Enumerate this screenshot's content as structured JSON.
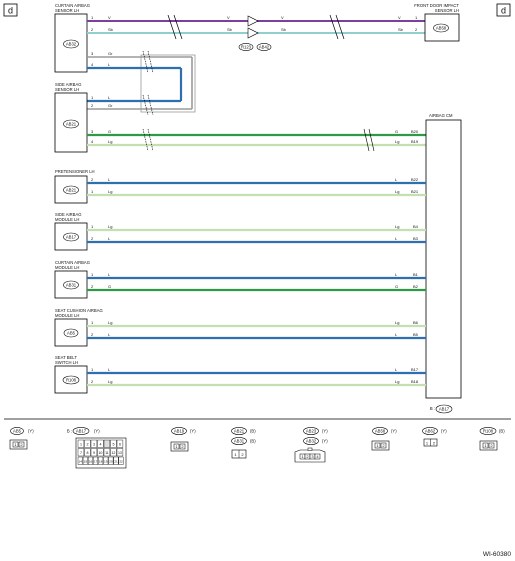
{
  "corner_marks": {
    "left": "d",
    "right": "d"
  },
  "figure_id": "WI-60380",
  "components": {
    "curtain_sensor": {
      "line1": "CURTAIN AIRBAG",
      "line2": "SENSOR LH",
      "code": "AB32"
    },
    "front_door_sensor": {
      "line1": "FRONT DOOR IMPACT",
      "line2": "SENSOR LH",
      "code": "AB58"
    },
    "side_sensor": {
      "line1": "SIDE AIRBAG",
      "line2": "SENSOR LH",
      "code": "AB21"
    },
    "airbag_cm": {
      "line1": "AIRBAG CM",
      "code": "AB17",
      "prefix": "B :"
    },
    "pretensioner": {
      "line1": "PRETENSIONER LH",
      "code": "AB21"
    },
    "side_module": {
      "line1": "SIDE AIRBAG",
      "line2": "MODULE LH",
      "code": "AB17"
    },
    "curtain_module": {
      "line1": "CURTAIN AIRBAG",
      "line2": "MODULE LH",
      "code": "AB31"
    },
    "seat_cushion": {
      "line1": "SEAT CUSHION AIRBAG",
      "line2": "MODULE LH",
      "code": "AB5"
    },
    "seat_belt_switch": {
      "line1": "SEAT BELT",
      "line2": "SWITCH LH",
      "code": "R108"
    }
  },
  "inline_connectors": {
    "left": "R123",
    "right": "AB42"
  },
  "wires": {
    "w1": {
      "pin_l": "1",
      "color_l": "V",
      "mid_l": "V",
      "mid_r": "V",
      "color_r": "V",
      "pin_r": "1"
    },
    "w2": {
      "pin_l": "2",
      "color_l": "Sb",
      "mid_l": "Sb",
      "mid_r": "Sb",
      "color_r": "Sb",
      "pin_r": "2"
    },
    "w3": {
      "pin_l": "3",
      "color_l": "Gr"
    },
    "w4": {
      "pin_l": "4",
      "color_l": "L"
    },
    "ss1": {
      "pin": "1",
      "color": "L"
    },
    "ss2": {
      "pin": "2",
      "color": "Gr"
    },
    "ss3": {
      "pin": "3",
      "color_l": "G",
      "color_r": "G",
      "term": "B20"
    },
    "ss4": {
      "pin": "4",
      "color_l": "Lg",
      "color_r": "Lg",
      "term": "B19"
    },
    "p2": {
      "pin": "2",
      "color_l": "L",
      "color_r": "L",
      "term": "B22"
    },
    "p1": {
      "pin": "1",
      "color_l": "Lg",
      "color_r": "Lg",
      "term": "B21"
    },
    "sm1": {
      "pin": "1",
      "color_l": "Lg",
      "color_r": "Lg",
      "term": "B4"
    },
    "sm2": {
      "pin": "2",
      "color_l": "L",
      "color_r": "L",
      "term": "B3"
    },
    "cm1": {
      "pin": "1",
      "color_l": "L",
      "color_r": "L",
      "term": "B1"
    },
    "cm2": {
      "pin": "2",
      "color_l": "G",
      "color_r": "G",
      "term": "B2"
    },
    "sc1": {
      "pin": "1",
      "color_l": "Lg",
      "color_r": "Lg",
      "term": "B6"
    },
    "sc2": {
      "pin": "2",
      "color_l": "L",
      "color_r": "L",
      "term": "B5"
    },
    "sb1": {
      "pin": "1",
      "color_l": "L",
      "color_r": "L",
      "term": "B17"
    },
    "sb2": {
      "pin": "2",
      "color_l": "Lg",
      "color_r": "Lg",
      "term": "B18"
    }
  },
  "wire_colors": {
    "V": "#7b3f9e",
    "Sb": "#8fcfcf",
    "L": "#2f6fb0",
    "G": "#2e9a46",
    "Lg": "#c4e0b0",
    "Gr": "#9a9a9a"
  },
  "connector_legend": [
    {
      "code": "AB5",
      "tag": "(Y)",
      "pins": [
        "1",
        "2"
      ]
    },
    {
      "prefix": "B :",
      "code": "AB17",
      "tag": "(Y)",
      "rows": [
        [
          "1",
          "2",
          "3",
          "4",
          "",
          "5",
          "6"
        ],
        [
          "7",
          "8",
          "9",
          "10",
          "11",
          "12",
          "13"
        ],
        [
          "14",
          "15",
          "16",
          "17",
          "18",
          "19",
          "20",
          "21",
          "22"
        ]
      ]
    },
    {
      "code": "AB19",
      "tag": "(Y)",
      "pins": [
        "1",
        "2"
      ]
    },
    {
      "code": "AB21",
      "tag": "(B)",
      "code2": "AB31",
      "tag2": "(B)",
      "pins": [
        "1",
        "2"
      ]
    },
    {
      "code": "AB23",
      "tag": "(Y)",
      "code2": "AB32",
      "tag2": "(Y)",
      "pins": [
        "1",
        "2",
        "3",
        "4"
      ]
    },
    {
      "code": "AB58",
      "tag": "(Y)",
      "pins": [
        "1",
        "2"
      ]
    },
    {
      "code": "AB62",
      "tag": "(Y)",
      "pins": [
        "1",
        "2"
      ]
    },
    {
      "code": "R108",
      "tag": "(B)",
      "pins": [
        "1",
        "2"
      ]
    }
  ]
}
